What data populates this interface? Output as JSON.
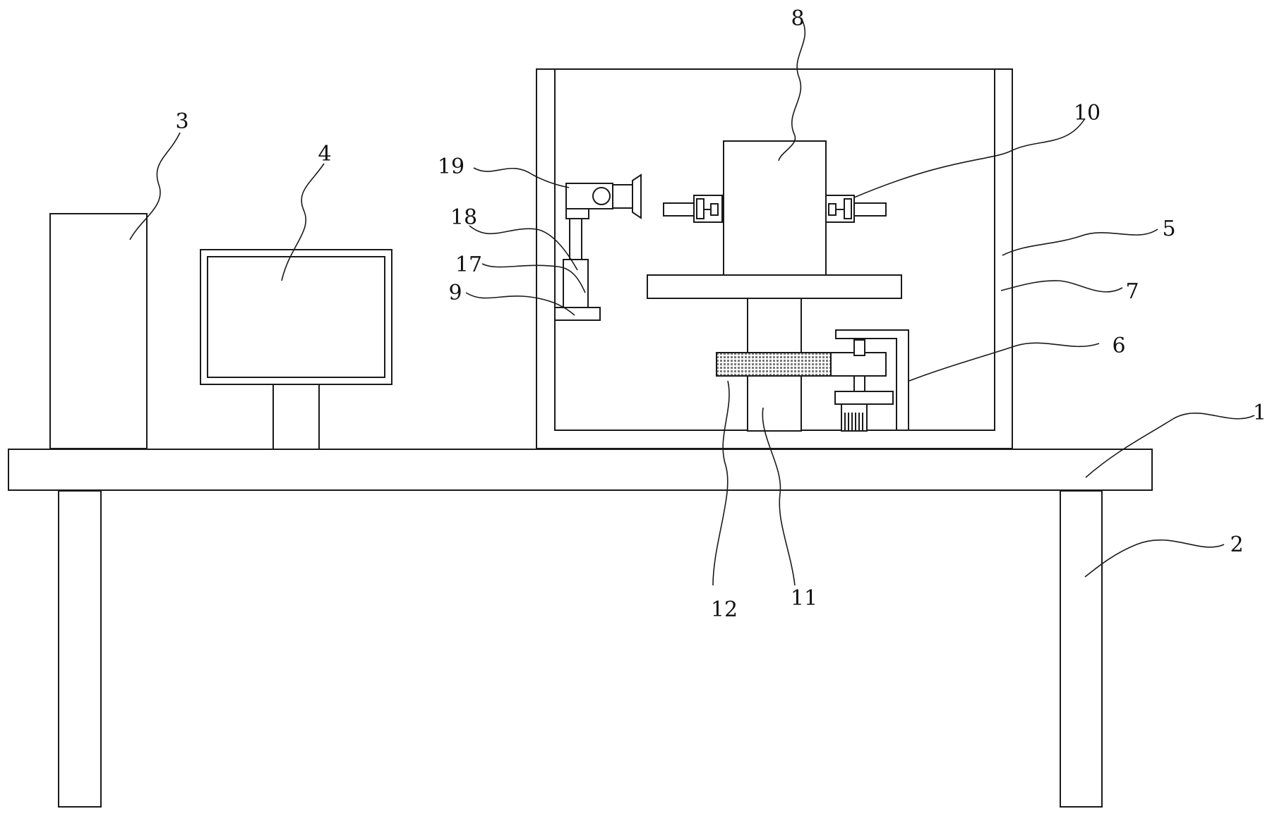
{
  "colors": {
    "line": "#1a1a1a",
    "background": "#ffffff",
    "rack_fill": "#9a9a9a"
  },
  "labels": {
    "n1": "1",
    "n2": "2",
    "n3": "3",
    "n4": "4",
    "n5": "5",
    "n6": "6",
    "n7": "7",
    "n8": "8",
    "n9": "9",
    "n10": "10",
    "n11": "11",
    "n12": "12",
    "n17": "17",
    "n18": "18",
    "n19": "19"
  }
}
